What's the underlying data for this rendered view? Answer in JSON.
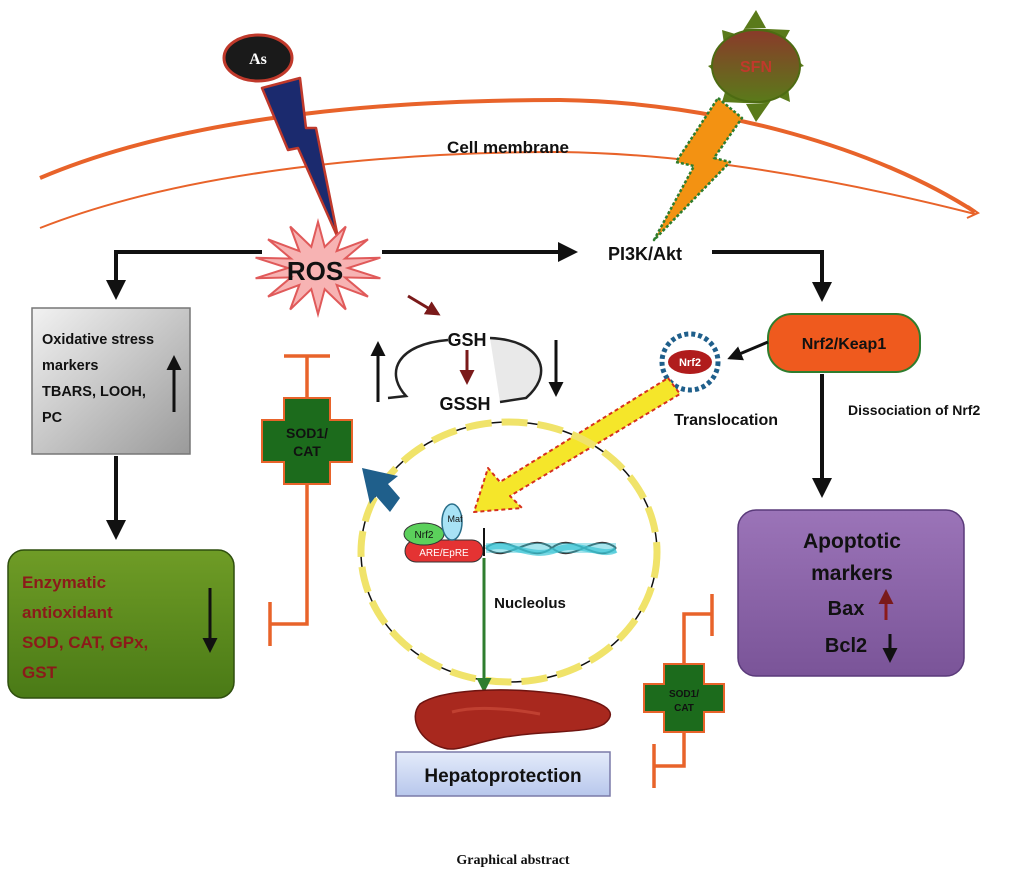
{
  "agents": {
    "as": "As",
    "sfn": "SFN"
  },
  "membrane_label": "Cell membrane",
  "ros": "ROS",
  "pi3k": "PI3K/Akt",
  "nrf2_keap1": "Nrf2/Keap1",
  "nrf2_small": "Nrf2",
  "translocation": "Translocation",
  "dissociation": "Dissociation of Nrf2",
  "gsh": "GSH",
  "gssh": "GSSH",
  "oxidative": {
    "lines": [
      "Oxidative stress",
      "markers",
      "TBARS, LOOH,",
      "PC"
    ]
  },
  "enzymatic": {
    "lines": [
      "Enzymatic",
      "antioxidant",
      "SOD, CAT, GPx,",
      "GST"
    ]
  },
  "sod_cat_1": [
    "SOD1/",
    "CAT"
  ],
  "sod_cat_2": [
    "SOD1/",
    "CAT"
  ],
  "nucleus": {
    "label": "Nucleolus",
    "nrf2": "Nrf2",
    "maf": "Maf",
    "are": "ARE/EpRE"
  },
  "apoptotic": {
    "lines": [
      "Apoptotic",
      "markers",
      "Bax",
      "Bcl2"
    ]
  },
  "hepatoprotection": "Hepatoprotection",
  "caption": "Graphical abstract",
  "colors": {
    "membrane": "#e8632a",
    "ros_fill": "#f7b3b3",
    "enzymatic_fill": "#5d8a1e",
    "enzymatic_text": "#8b1a1a",
    "apoptotic_fill": "#8a62a8",
    "nrf2_fill": "#ef5a1e",
    "cross_fill": "#1c6b1c",
    "inhibitor": "#e8632a",
    "hepato_fill": "#cfd9f2"
  }
}
